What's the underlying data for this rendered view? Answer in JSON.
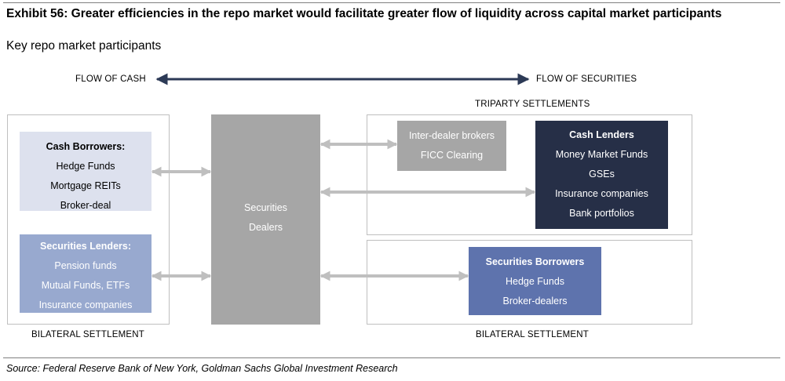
{
  "header": {
    "title": "Exhibit 56: Greater efficiencies in the repo market would facilitate greater flow of liquidity across capital market participants",
    "subtitle": "Key repo market participants"
  },
  "flow": {
    "cash_label": "FLOW OF CASH",
    "securities_label": "FLOW OF SECURITIES",
    "arrow_color": "#2c3a56"
  },
  "settlements": {
    "triparty_label": "TRIPARTY SETTLEMENTS",
    "bilateral_left_label": "BILATERAL SETTLEMENT",
    "bilateral_right_label": "BILATERAL SETTLEMENT"
  },
  "cash_borrowers": {
    "heading": "Cash Borrowers:",
    "items": [
      "Hedge Funds",
      "Mortgage REITs",
      "Broker-deal"
    ],
    "color": "#dde1ee"
  },
  "securities_lenders": {
    "heading": "Securities Lenders:",
    "items": [
      "Pension funds",
      "Mutual Funds, ETFs",
      "Insurance companies"
    ],
    "color": "#98a9cf"
  },
  "securities_dealers": {
    "lines": [
      "Securities",
      "Dealers"
    ],
    "color": "#a6a6a6"
  },
  "inter_dealer": {
    "lines": [
      "Inter-dealer brokers",
      "FICC Clearing"
    ],
    "color": "#a6a6a6"
  },
  "cash_lenders": {
    "heading": "Cash Lenders",
    "items": [
      "Money Market Funds",
      "GSEs",
      "Insurance companies",
      "Bank portfolios"
    ],
    "color": "#262f47"
  },
  "securities_borrowers": {
    "heading": "Securities Borrowers",
    "items": [
      "Hedge Funds",
      "Broker-dealers"
    ],
    "color": "#5e73ad"
  },
  "footer": {
    "source": "Source: Federal Reserve Bank of New York, Goldman Sachs Global Investment Research"
  }
}
